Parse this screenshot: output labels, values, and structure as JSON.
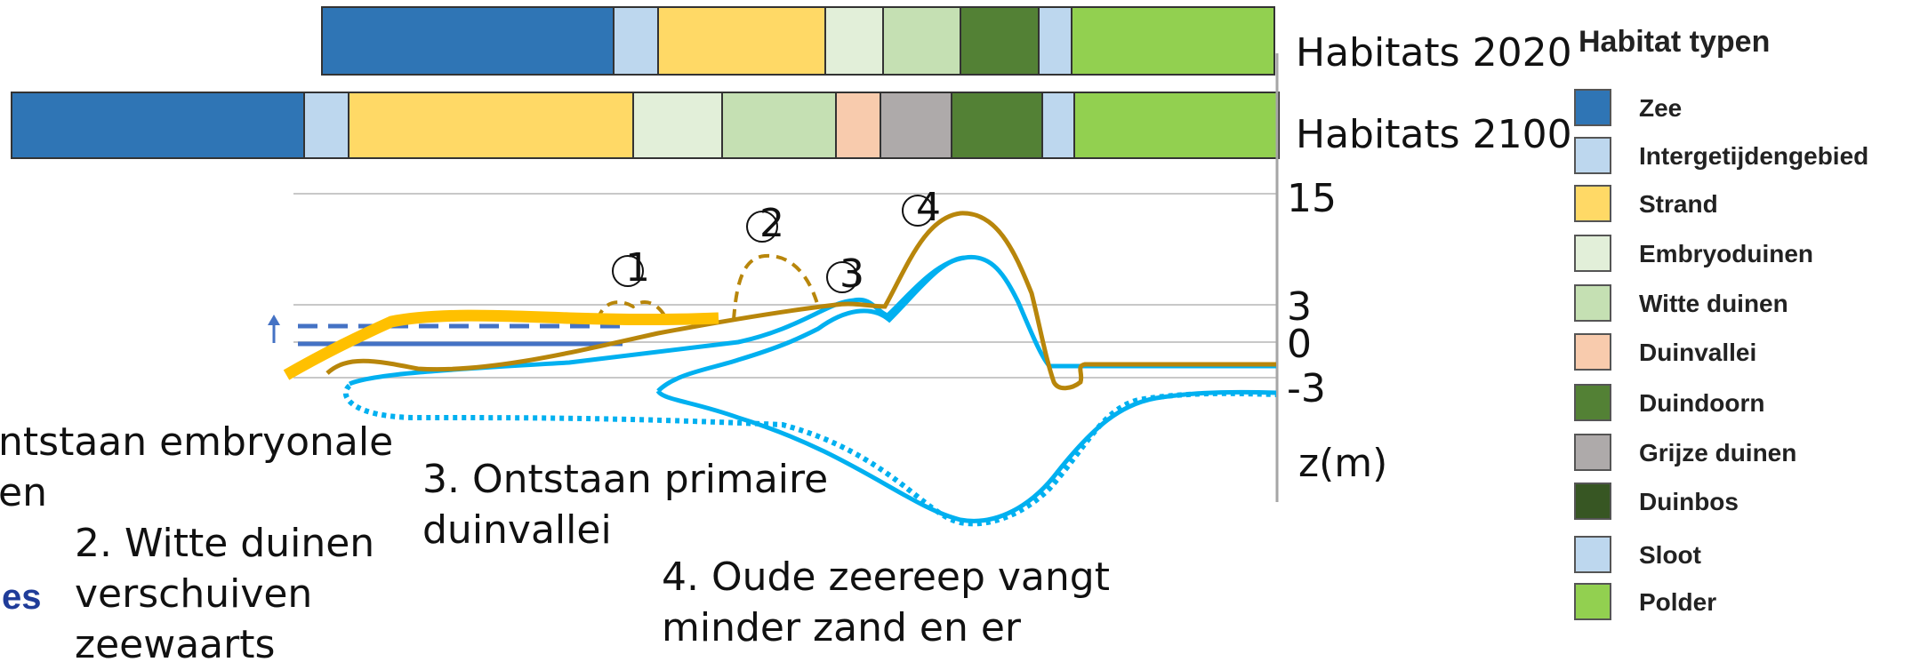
{
  "colors": {
    "zee": "#2f75b5",
    "intergetijdengebied": "#bdd7ee",
    "strand": "#ffd966",
    "embryoduinen": "#e2efd9",
    "witte_duinen": "#c5e0b3",
    "duinvallei": "#f8cbad",
    "duindoorn": "#538135",
    "grijze_duinen": "#aeaaaa",
    "duinbos": "#375623",
    "sloot": "#bdd7ee",
    "polder": "#92d050",
    "profile_2020": "#b8860b",
    "profile_2100": "#00b0f0",
    "sea_level": "#4472c4",
    "beach_thick": "#ffc000"
  },
  "bar_2020": {
    "label": "Habitats 2020",
    "segments": [
      "Zee",
      "Intergetijdengebied",
      "Strand",
      "Embryoduinen",
      "Witte duinen",
      "Duindoorn",
      "Sloot",
      "Polder"
    ]
  },
  "bar_2100": {
    "label": "Habitats 2100",
    "segments": [
      "Zee",
      "Intergetijdengebied",
      "Strand",
      "Embryoduinen",
      "Witte duinen",
      "Duinvallei",
      "Grijze duinen",
      "Duindoorn",
      "Sloot",
      "Polder"
    ]
  },
  "axis": {
    "ticks": [
      "15",
      "3",
      "0",
      "-3"
    ],
    "unit_label": "z(m)"
  },
  "markers": [
    "1",
    "2",
    "3",
    "4"
  ],
  "captions": {
    "c1_line1": "ntstaan embryonale",
    "c1_line2": "en",
    "c2_line1": "2. Witte duinen",
    "c2_line2": "verschuiven",
    "c2_line3": "zeewaarts",
    "c3_line1": "3. Ontstaan primaire",
    "c3_line2": "duinvallei",
    "c4_line1": "4. Oude zeereep vangt",
    "c4_line2": "minder zand en er",
    "fragment": "es"
  },
  "legend": {
    "title": "Habitat typen",
    "items": [
      {
        "label": "Zee",
        "color": "#2f75b5"
      },
      {
        "label": "Intergetijdengebied",
        "color": "#bdd7ee"
      },
      {
        "label": "Strand",
        "color": "#ffd966"
      },
      {
        "label": "Embryoduinen",
        "color": "#e2efd9"
      },
      {
        "label": "Witte duinen",
        "color": "#c5e0b3"
      },
      {
        "label": "Duinvallei",
        "color": "#f8cbad"
      },
      {
        "label": "Duindoorn",
        "color": "#538135"
      },
      {
        "label": "Grijze duinen",
        "color": "#aeaaaa"
      },
      {
        "label": "Duinbos",
        "color": "#375623"
      },
      {
        "label": "Sloot",
        "color": "#bdd7ee"
      },
      {
        "label": "Polder",
        "color": "#92d050"
      }
    ]
  }
}
